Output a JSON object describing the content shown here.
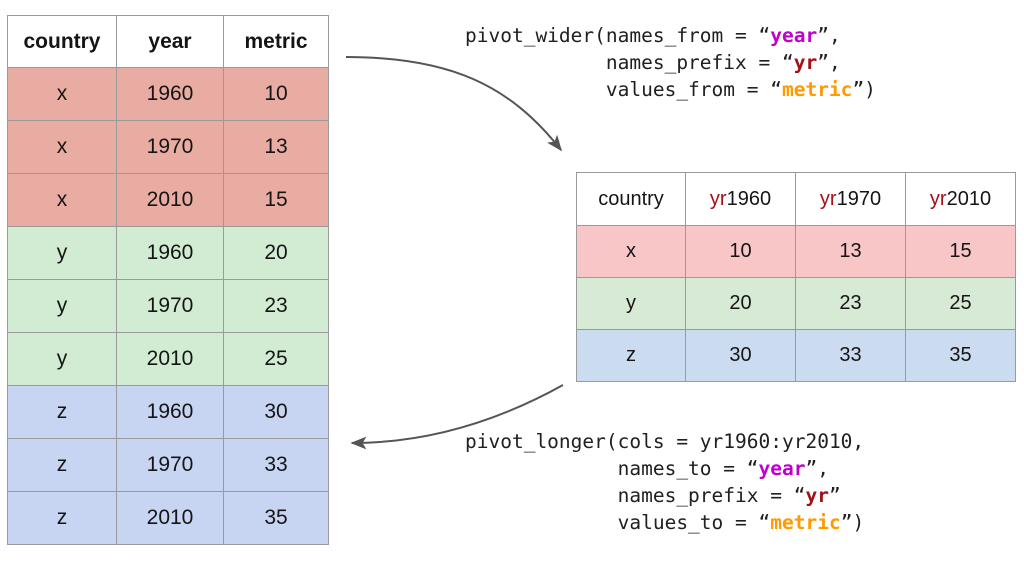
{
  "diagram": {
    "title": "tidyr pivot_wider / pivot_longer illustration"
  },
  "long_table": {
    "name": "long-format-table",
    "headers": [
      {
        "label": "country",
        "color": "#151515"
      },
      {
        "label": "year",
        "color": "#c000cc"
      },
      {
        "label": "metric",
        "color": "#ff9a00"
      }
    ],
    "rows": [
      {
        "country": "x",
        "year": "1960",
        "metric": "10",
        "group": "x"
      },
      {
        "country": "x",
        "year": "1970",
        "metric": "13",
        "group": "x"
      },
      {
        "country": "x",
        "year": "2010",
        "metric": "15",
        "group": "x"
      },
      {
        "country": "y",
        "year": "1960",
        "metric": "20",
        "group": "y"
      },
      {
        "country": "y",
        "year": "1970",
        "metric": "23",
        "group": "y"
      },
      {
        "country": "y",
        "year": "2010",
        "metric": "25",
        "group": "y"
      },
      {
        "country": "z",
        "year": "1960",
        "metric": "30",
        "group": "z"
      },
      {
        "country": "z",
        "year": "1970",
        "metric": "33",
        "group": "z"
      },
      {
        "country": "z",
        "year": "2010",
        "metric": "35",
        "group": "z"
      }
    ]
  },
  "wide_table": {
    "name": "wide-format-table",
    "headers": [
      {
        "prefix": "",
        "text": "country"
      },
      {
        "prefix": "yr",
        "text": "1960"
      },
      {
        "prefix": "yr",
        "text": "1970"
      },
      {
        "prefix": "yr",
        "text": "2010"
      }
    ],
    "rows": [
      {
        "country": "x",
        "yr1960": "10",
        "yr1970": "13",
        "yr2010": "15",
        "group": "x"
      },
      {
        "country": "y",
        "yr1960": "20",
        "yr1970": "23",
        "yr2010": "25",
        "group": "y"
      },
      {
        "country": "z",
        "yr1960": "30",
        "yr1970": "33",
        "yr2010": "35",
        "group": "z"
      }
    ]
  },
  "code_wider": {
    "name": "pivot-wider-code",
    "lines": [
      [
        {
          "t": "pivot_wider(names_from = “",
          "c": "plain"
        },
        {
          "t": "year",
          "c": "year"
        },
        {
          "t": "”,",
          "c": "plain"
        }
      ],
      [
        {
          "t": "            names_prefix = “",
          "c": "plain"
        },
        {
          "t": "yr",
          "c": "yr"
        },
        {
          "t": "”,",
          "c": "plain"
        }
      ],
      [
        {
          "t": "            values_from = “",
          "c": "plain"
        },
        {
          "t": "metric",
          "c": "metric"
        },
        {
          "t": "”)",
          "c": "plain"
        }
      ]
    ]
  },
  "code_longer": {
    "name": "pivot-longer-code",
    "lines": [
      [
        {
          "t": "pivot_longer(cols = yr1960:yr2010,",
          "c": "plain"
        }
      ],
      [
        {
          "t": "             names_to = “",
          "c": "plain"
        },
        {
          "t": "year",
          "c": "year"
        },
        {
          "t": "”,",
          "c": "plain"
        }
      ],
      [
        {
          "t": "             names_prefix = “",
          "c": "plain"
        },
        {
          "t": "yr",
          "c": "yr"
        },
        {
          "t": "”",
          "c": "plain"
        }
      ],
      [
        {
          "t": "             values_to = “",
          "c": "plain"
        },
        {
          "t": "metric",
          "c": "metric"
        },
        {
          "t": "”)",
          "c": "plain"
        }
      ]
    ]
  },
  "arrows": [
    {
      "name": "arrow-to-wide",
      "direction": "long-to-wide"
    },
    {
      "name": "arrow-to-long",
      "direction": "wide-to-long"
    }
  ],
  "colors": {
    "year_accent": "#c000cc",
    "metric_accent": "#ff9a00",
    "yr_accent": "#a60f16",
    "group_x_long": "#e8aca2",
    "group_y_long": "#d2ecd3",
    "group_z_long": "#c7d4f2",
    "group_x_wide": "#f9c6c8",
    "group_y_wide": "#d7ead5",
    "group_z_wide": "#ccdcf0",
    "grid_line": "#9a9a9a",
    "arrow": "#555555"
  }
}
